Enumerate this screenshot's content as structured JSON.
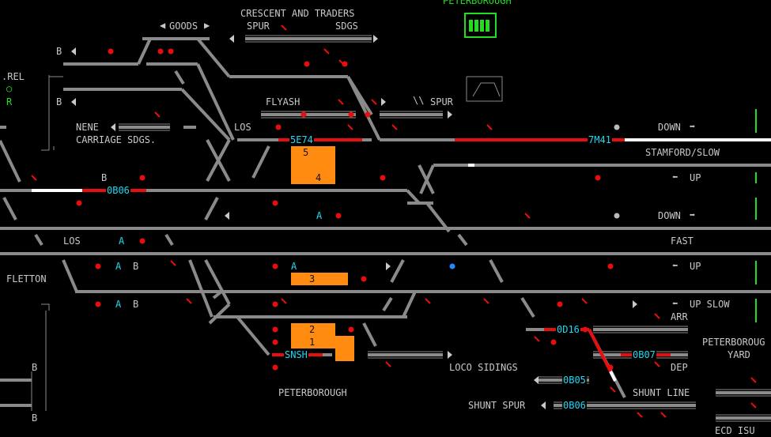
{
  "station": "PETERBOROUGH",
  "status_indicator": "green-level-bars",
  "colors": {
    "track": "#8a8a8a",
    "occupied": "#e80e0e",
    "route_set": "#ffffff",
    "platform": "#ff8c10",
    "berth": "#22d8f0",
    "accent": "#22dd22"
  },
  "labels": {
    "goods": "GOODS",
    "crescent": "CRESCENT AND TRADERS",
    "spur": "SPUR",
    "sdgs": "SDGS",
    "rel": ".REL",
    "r": "R",
    "flyash": "FLYASH",
    "spur2": "SPUR",
    "nene": "NENE",
    "carriage": "CARRIAGE SDGS.",
    "los1": "LOS",
    "los2": "LOS",
    "down1": "DOWN",
    "stamford": "STAMFORD/SLOW",
    "up1": "UP",
    "down2": "DOWN",
    "fast": "FAST",
    "up2": "UP",
    "fletton": "FLETTON",
    "up_slow": "UP SLOW",
    "arr": "ARR",
    "dep": "DEP",
    "peterborough_yard1": "PETERBOROUG",
    "peterborough_yard2": "YARD",
    "loco_sidings": "LOCO SIDINGS",
    "shunt_line": "SHUNT LINE",
    "shunt_spur": "SHUNT SPUR",
    "peterborough_bottom": "PETERBOROUGH",
    "ecd_isu": "ECD ISU",
    "b1": "B",
    "b2": "B",
    "b3": "B",
    "b4": "B",
    "b5": "B",
    "b6": "B",
    "b7": "B",
    "a1": "A",
    "a2": "A",
    "a3": "A",
    "a4": "A",
    "a5": "A"
  },
  "berths": {
    "b_5e74": "5E74",
    "b_7m41": "7M41",
    "b_0b06a": "0B06",
    "b_0d16": "0D16",
    "b_snsh": "SNSH",
    "b_0b07": "0B07",
    "b_0b05": "0B05",
    "b_0b06b": "0B06"
  },
  "platforms": {
    "p5": "5",
    "p4": "4",
    "p3": "3",
    "p2": "2",
    "p1": "1"
  }
}
